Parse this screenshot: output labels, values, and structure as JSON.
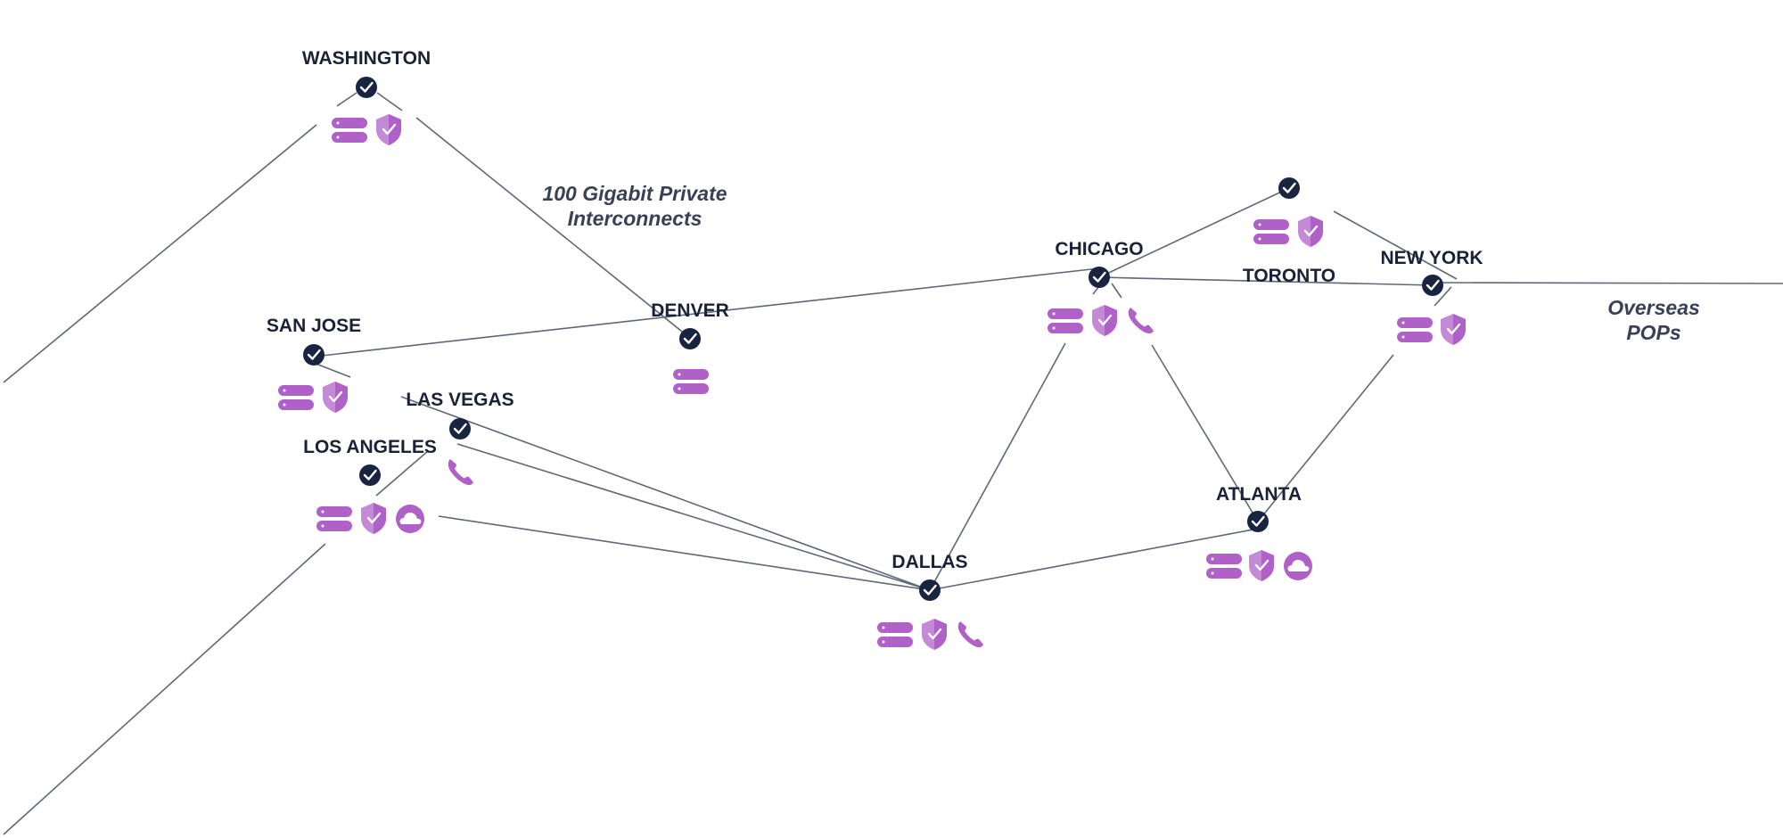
{
  "colors": {
    "node": "#182440",
    "link": "#5f6878",
    "icon_purple": "#b061c8",
    "icon_shield": "#c48ad6",
    "label": "#1a2238",
    "note": "#3a4156"
  },
  "annotations": {
    "interconnects": [
      "100 Gigabit Private",
      "Interconnects"
    ],
    "overseas": [
      "Overseas",
      "POPs"
    ]
  },
  "nodes": [
    {
      "id": "washington",
      "label": "WASHINGTON",
      "services": [
        "server-icon",
        "shield-check-icon"
      ]
    },
    {
      "id": "denver",
      "label": "DENVER",
      "services": [
        "server-icon"
      ]
    },
    {
      "id": "chicago",
      "label": "CHICAGO",
      "services": [
        "server-icon",
        "shield-check-icon",
        "phone-icon"
      ]
    },
    {
      "id": "toronto",
      "label": "TORONTO",
      "services": [
        "server-icon",
        "shield-check-icon"
      ]
    },
    {
      "id": "new-york",
      "label": "NEW YORK",
      "services": [
        "server-icon",
        "shield-check-icon"
      ]
    },
    {
      "id": "san-jose",
      "label": "SAN JOSE",
      "services": [
        "server-icon",
        "shield-check-icon"
      ]
    },
    {
      "id": "las-vegas",
      "label": "LAS VEGAS",
      "services": [
        "phone-icon"
      ]
    },
    {
      "id": "los-angeles",
      "label": "LOS ANGELES",
      "services": [
        "server-icon",
        "shield-check-icon",
        "cloud-icon"
      ]
    },
    {
      "id": "dallas",
      "label": "DALLAS",
      "services": [
        "server-icon",
        "shield-check-icon",
        "phone-icon"
      ]
    },
    {
      "id": "atlanta",
      "label": "ATLANTA",
      "services": [
        "server-icon",
        "shield-check-icon",
        "cloud-icon"
      ]
    }
  ]
}
